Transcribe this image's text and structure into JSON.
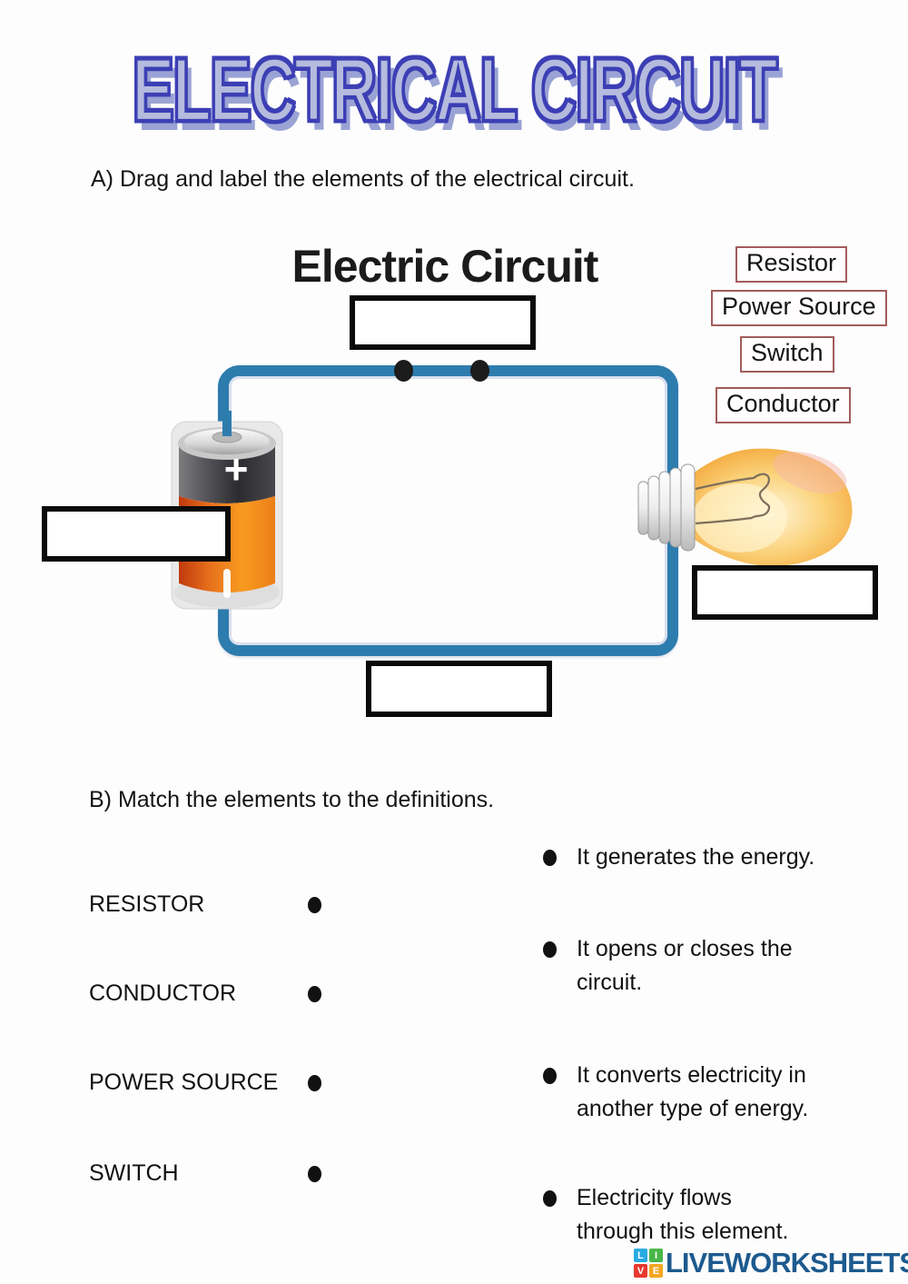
{
  "title": "ELECTRICAL CIRCUIT",
  "section_a": {
    "heading": "A) Drag and label the elements of the electrical circuit."
  },
  "diagram": {
    "title": "Electric Circuit",
    "battery": {
      "plus": "+"
    },
    "word_bank": [
      {
        "label": "Resistor"
      },
      {
        "label": "Power Source"
      },
      {
        "label": "Switch"
      },
      {
        "label": "Conductor"
      }
    ]
  },
  "section_b": {
    "heading": "B) Match the elements to the definitions."
  },
  "matching": {
    "terms": [
      {
        "label": "RESISTOR"
      },
      {
        "label": "CONDUCTOR"
      },
      {
        "label": "POWER SOURCE"
      },
      {
        "label": "SWITCH"
      }
    ],
    "definitions": [
      {
        "text": "It generates the energy."
      },
      {
        "text": "It opens or closes the\ncircuit."
      },
      {
        "text": "It converts electricity in\nanother type of energy."
      },
      {
        "text": "Electricity flows\nthrough this element."
      }
    ]
  },
  "footer": {
    "logo_letters": {
      "l": "L",
      "i": "I",
      "v": "V",
      "e": "E"
    },
    "brand": "LIVEWORKSHEETS"
  },
  "colors": {
    "wire_blue": "#2d7cae",
    "answer_box_border": "#0a0a0a",
    "word_bank_border": "#a25c5c",
    "title_fill": "#b5bbdd",
    "title_outline": "#3c3fb4",
    "battery_orange": "#f6931e",
    "battery_gray": "#3a3a3c",
    "bulb_amber": "#f3a93c",
    "brand_blue": "#1d5a8e",
    "logo_blue": "#29abe2",
    "logo_green": "#49b649",
    "logo_red": "#e8382f",
    "logo_yellow": "#f5a623"
  }
}
